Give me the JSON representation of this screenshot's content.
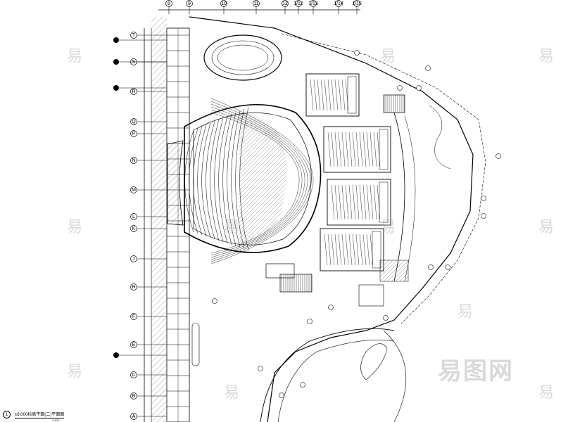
{
  "drawing": {
    "title": "±6.000标高平面(二)平面图",
    "scale": "1:100",
    "view_number": "1"
  },
  "grid": {
    "columns": [
      "8",
      "9",
      "10",
      "11",
      "12",
      "1/12",
      "1/13",
      "1/14",
      "1/15"
    ],
    "rows": [
      "T",
      "S",
      "R",
      "Q",
      "P",
      "N",
      "M",
      "L",
      "K",
      "J",
      "H",
      "F",
      "E",
      "C",
      "B",
      "A"
    ]
  },
  "watermark": {
    "glyph": "易",
    "brand": "易图网"
  },
  "colors": {
    "line": "#000000",
    "hatch": "#555555",
    "watermark": "#a0a0a0"
  }
}
